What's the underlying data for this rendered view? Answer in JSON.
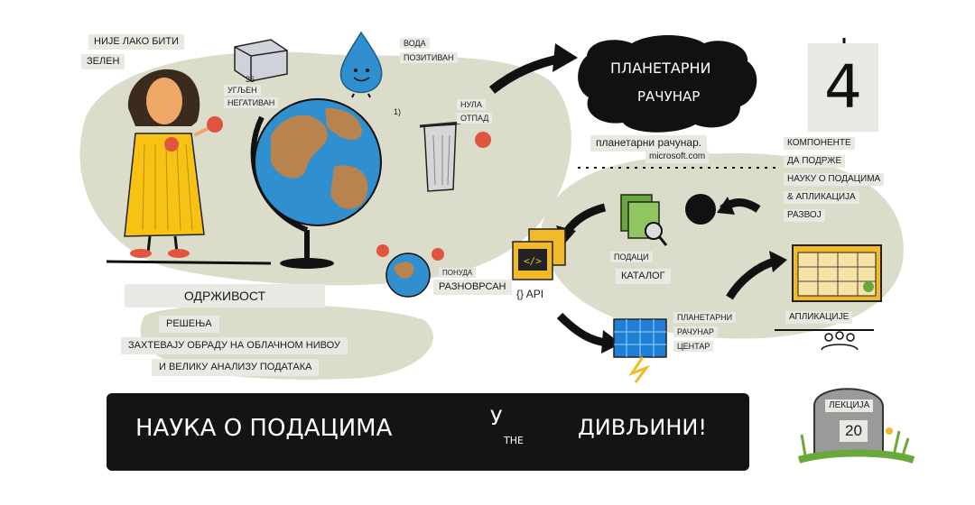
{
  "left_panel": {
    "speech_line1": "НИЈЕ ЛАКО БИТИ",
    "speech_line2": "ЗЕЛЕН",
    "carbon_num": "36",
    "carbon_line1": "УГЉЕН",
    "carbon_line2": "НЕГАТИВАН",
    "water_line1": "ВОДА",
    "water_line2": "ПОЗИТИВАН",
    "waste_num": "1)",
    "waste_line1": "НУЛА",
    "waste_line2": "ОТПАД",
    "eco_line1": "ПОНУДА",
    "eco_line2": "РАЗНОВРСАН",
    "sustainability": "ОДРЖИВОСТ",
    "solutions": "РЕШЕЊА",
    "req_line1": "ЗАХТЕВАЈУ ОБРАДУ НА ОБЛАЧНОМ НИВОУ",
    "req_line2": "И ВЕЛИКУ АНАЛИЗУ ПОДАТАКА"
  },
  "right_panel": {
    "cloud_line1": "ПЛАНЕТАРНИ",
    "cloud_line2": "РАЧУНАР",
    "site_line1": "планетарни рачунар.",
    "site_line2": "microsoft.com",
    "components_count": "4",
    "comp_lines": [
      "КОМПОНЕНТЕ",
      "ДА ПОДРЖЕ",
      "НАУКУ О ПОДАЦИМА",
      "& АПЛИКАЦИЈА",
      "РАЗВОЈ"
    ],
    "catalog_line1": "ПОДАЦИ",
    "catalog_line2": "КАТАЛОГ",
    "api_label": "{} API",
    "hub_lines": [
      "ПЛАНЕТАРНИ",
      "РАЧУНАР",
      "ЦЕНТАР"
    ],
    "apps_label": "АПЛИКАЦИЈЕ"
  },
  "title": {
    "part1": "НАУКА О ПОДАЦИМА",
    "part_in": "У",
    "part_the": "THE",
    "part2": "ДИВЉИНИ!"
  },
  "lesson": {
    "label": "ЛЕКЦИЈА",
    "number": "20"
  },
  "colors": {
    "blob": "#dcdccb",
    "ocean": "#2f8fcf",
    "land": "#b7834f",
    "dress": "#f7c214",
    "glove": "#e0553f",
    "app_tile": "#f2b929",
    "hub_grid": "#1f7fd6",
    "grass": "#6aa83a"
  }
}
